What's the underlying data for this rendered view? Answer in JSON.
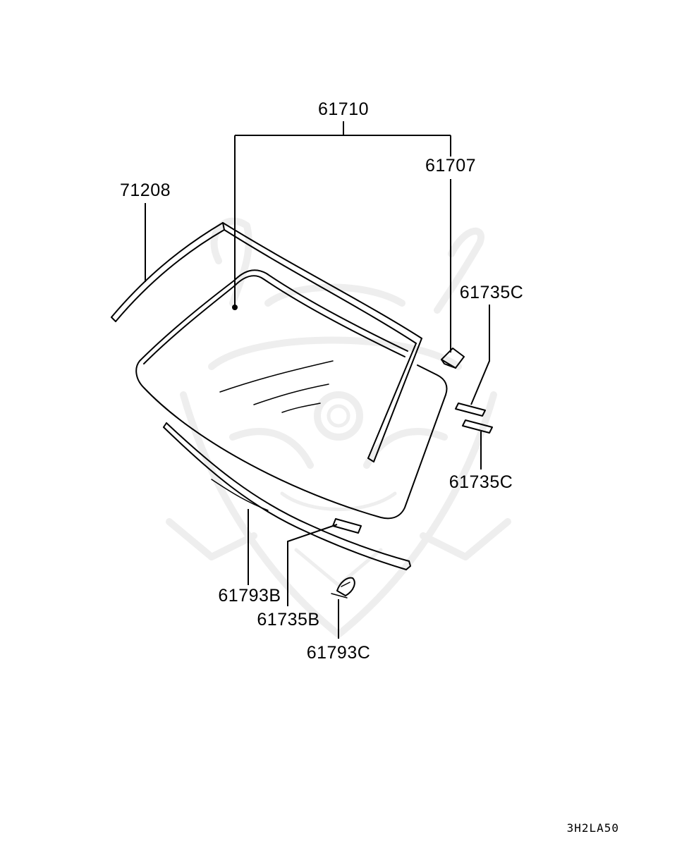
{
  "labels": {
    "p61710": "61710",
    "p61707": "61707",
    "p71208": "71208",
    "p61735c_top": "61735C",
    "p61735c_bottom": "61735C",
    "p61793b": "61793B",
    "p61735b": "61735B",
    "p61793c": "61793C"
  },
  "diagram_code": "3H2LA50",
  "colors": {
    "line": "#000000",
    "watermark": "#eeeeee",
    "background": "#ffffff"
  }
}
